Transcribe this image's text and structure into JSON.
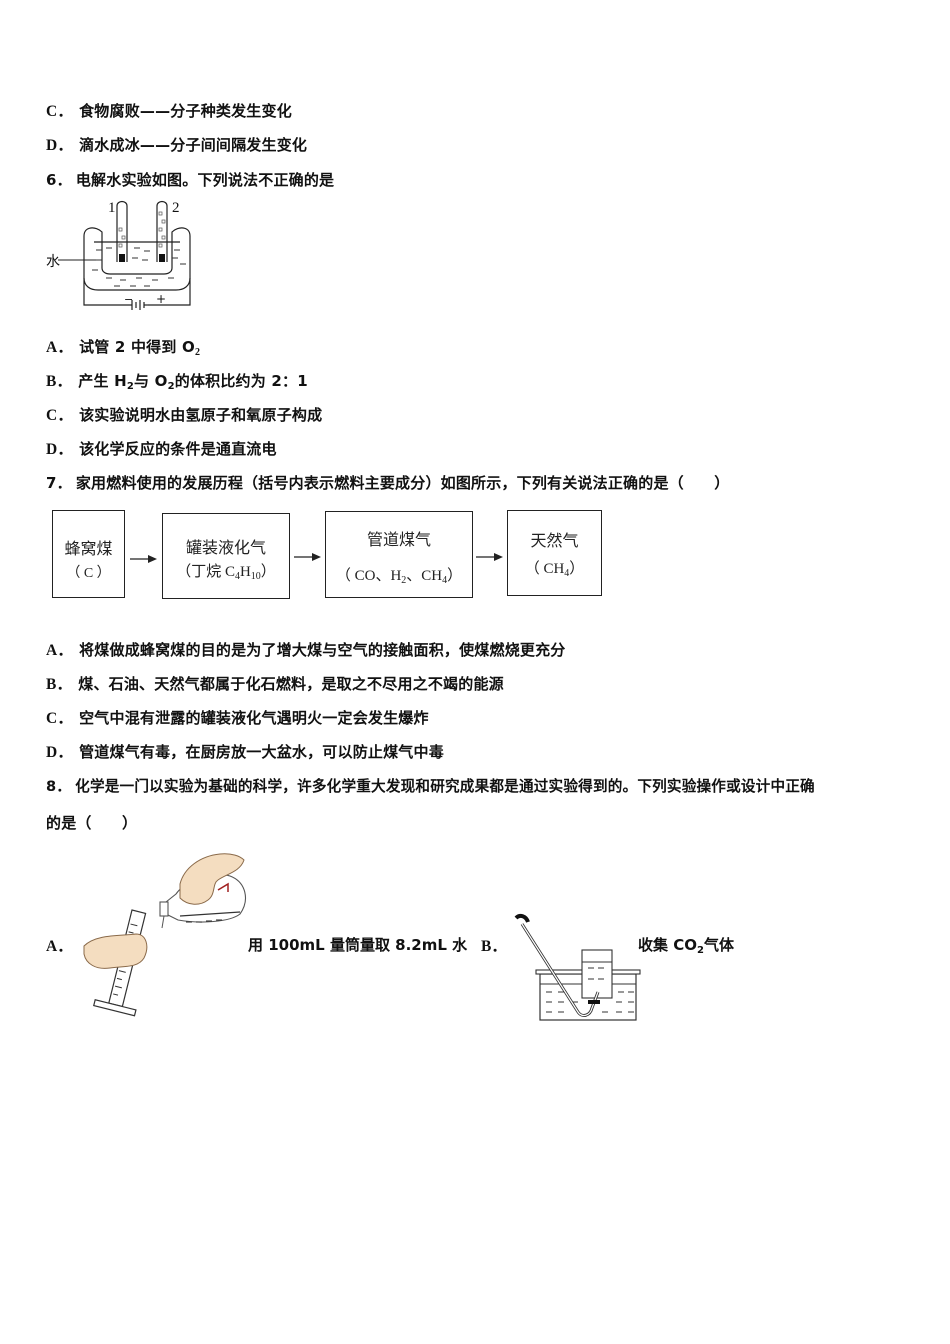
{
  "q5_tail": {
    "options": [
      {
        "letter": "C．",
        "text": "食物腐败——分子种类发生变化"
      },
      {
        "letter": "D．",
        "text": "滴水成冰——分子间间隔发生变化"
      }
    ]
  },
  "q6": {
    "number": "6．",
    "stem": "电解水实验如图。下列说法不正确的是",
    "figure": {
      "tube_labels": [
        "1",
        "2"
      ],
      "water_label": "水",
      "battery_minus": "−",
      "battery_plus": "+"
    },
    "options": [
      {
        "letter": "A．",
        "parts": [
          "试管 2 中得到 O",
          "2",
          ""
        ]
      },
      {
        "letter": "B．",
        "parts": [
          "产生 H",
          "2",
          "与 O",
          "2",
          "的体积比约为 2：1"
        ]
      },
      {
        "letter": "C．",
        "text": "该实验说明水由氢原子和氧原子构成"
      },
      {
        "letter": "D．",
        "text": "该化学反应的条件是通直流电"
      }
    ]
  },
  "q7": {
    "number": "7．",
    "stem": "家用燃料使用的发展历程（括号内表示燃料主要成分）如图所示，下列有关说法正确的是（　　）",
    "flow": [
      {
        "name": "蜂窝煤",
        "comp_pre": "（ C ）",
        "comp_sub": "",
        "comp_post": ""
      },
      {
        "name": "罐装液化气",
        "comp_pre": "（丁烷 C",
        "comp_sub": "4",
        "comp_mid": "H",
        "comp_sub2": "10",
        "comp_post": "）"
      },
      {
        "name": "管道煤气",
        "comp_pre": "（ CO、H",
        "comp_sub": "2",
        "comp_mid": "、CH",
        "comp_sub2": "4",
        "comp_post": "）"
      },
      {
        "name": "天然气",
        "comp_pre": "（ CH",
        "comp_sub": "4",
        "comp_post": "）"
      }
    ],
    "options": [
      {
        "letter": "A．",
        "text": "将煤做成蜂窝煤的目的是为了增大煤与空气的接触面积，使煤燃烧更充分"
      },
      {
        "letter": "B．",
        "text": "煤、石油、天然气都属于化石燃料，是取之不尽用之不竭的能源"
      },
      {
        "letter": "C．",
        "text": "空气中混有泄露的罐装液化气遇明火一定会发生爆炸"
      },
      {
        "letter": "D．",
        "text": "管道煤气有毒，在厨房放一大盆水，可以防止煤气中毒"
      }
    ]
  },
  "q8": {
    "number": "8．",
    "stem_line1": "化学是一门以实验为基础的科学，许多化学重大发现和研究成果都是通过实验得到的。下列实验操作或设计中正确",
    "stem_line2": "的是（　　）",
    "options": [
      {
        "letter": "A．",
        "caption": "用 100mL 量筒量取 8.2mL 水"
      },
      {
        "letter": "B．",
        "caption_pre": "收集 CO",
        "caption_sub": "2",
        "caption_post": "气体"
      }
    ]
  }
}
